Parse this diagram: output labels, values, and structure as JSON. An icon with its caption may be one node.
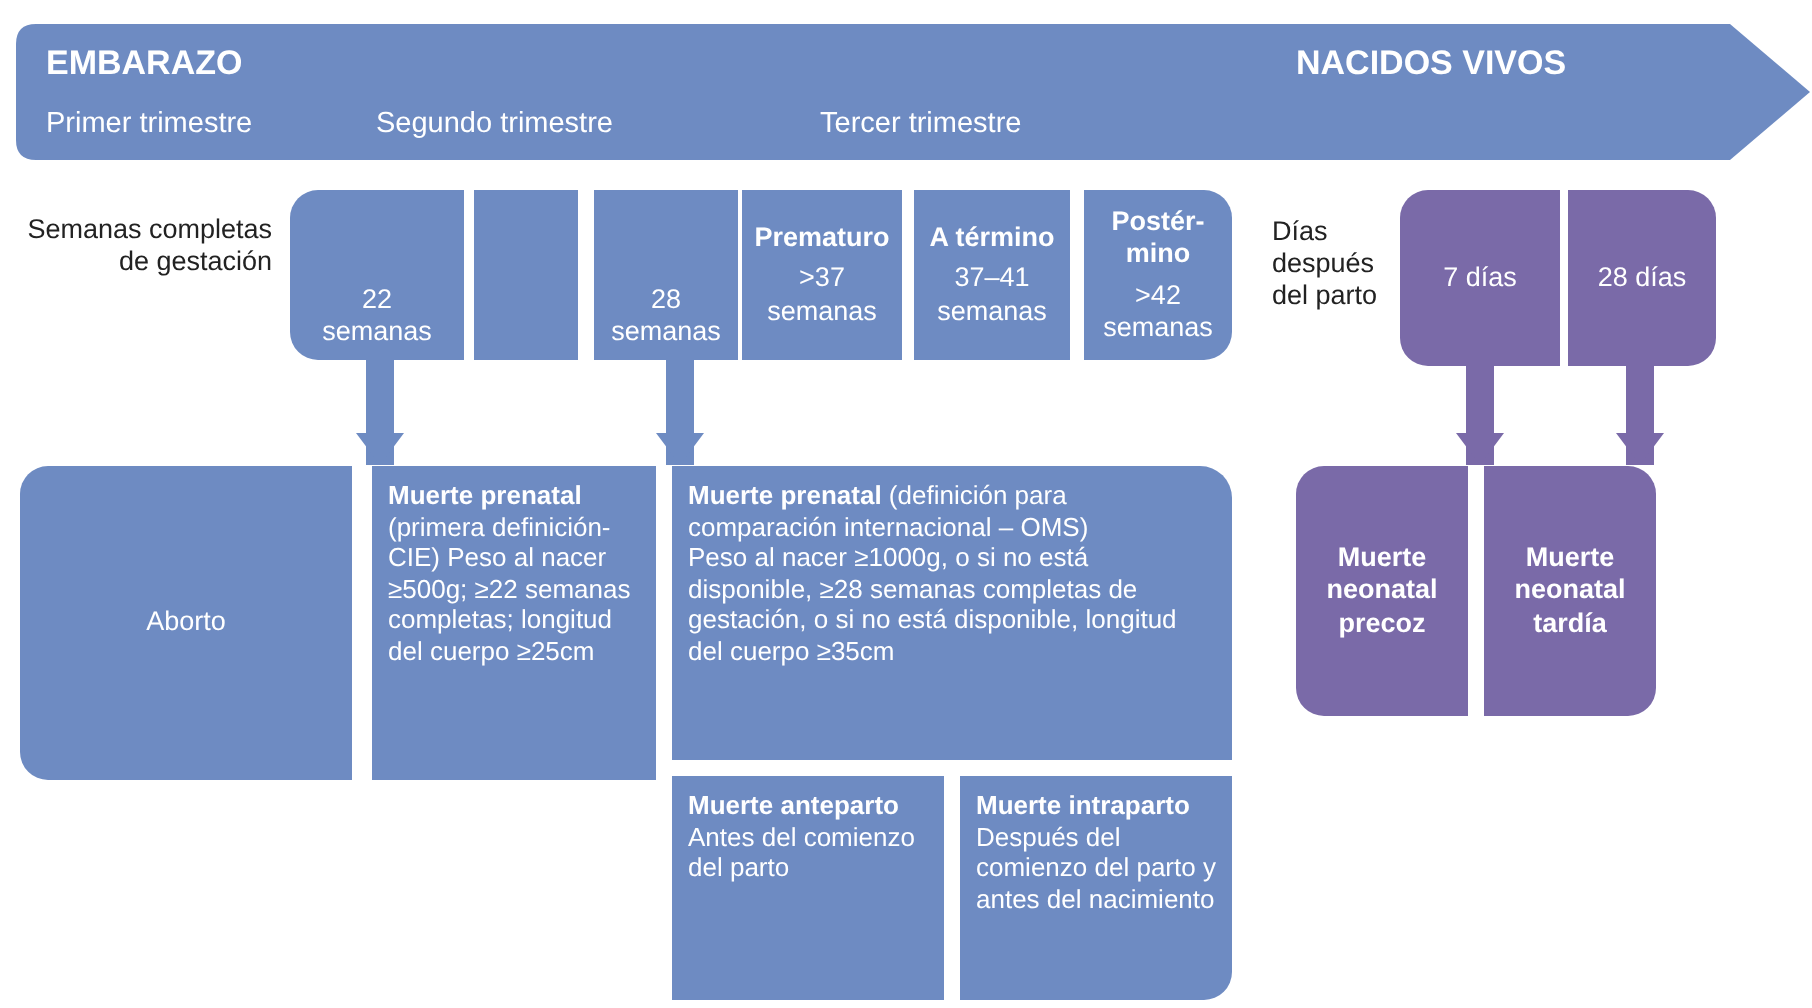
{
  "diagram": {
    "nodes": [
      {
        "text": [
          "EMBARAZO",
          "NACIDOS VIVOS",
          "Primer trimestre",
          "Segundo trimestre",
          "Tercer trimestre"
        ]
      },
      {
        "text": [
          "22 semanas"
        ]
      },
      {
        "text": [],
        "shape": "box"
      },
      {
        "text": [
          "28 semanas"
        ]
      },
      {
        "text": [
          "Prematuro",
          ">37 semanas"
        ]
      },
      {
        "text": [
          "A término",
          "37–41 semanas"
        ]
      },
      {
        "text": [
          "Postér- mino",
          ">42 semanas"
        ]
      },
      {
        "text": [
          "7 días"
        ]
      },
      {
        "text": [
          "28 días"
        ]
      },
      {
        "text": [
          "Aborto"
        ]
      },
      {
        "text": [
          "Muerte prenatal",
          "(primera definición-CIE) Peso al nacer ≥500g; ≥22 semanas completas; longitud del cuerpo ≥25cm"
        ]
      },
      {
        "text": [
          "**Muerte prenatal** (definición para comparación internacional – OMS)",
          "Peso al nacer ≥1000g, o si no está disponible, ≥28 semanas completas de gestación, o si no está disponible, longitud del cuerpo ≥35cm"
        ]
      },
      {
        "text": [
          "Muerte anteparto",
          "Antes del comienzo del parto"
        ]
      },
      {
        "text": [
          "Muerte intraparto",
          "Después del comienzo del parto y antes del nacimiento"
        ]
      },
      {
        "text": [
          "Muerte neonatal precoz"
        ]
      },
      {
        "text": [
          "Muerte neonatal tardía"
        ]
      }
    ],
    "edges": [
      {
        "from": 1,
        "to": 10,
        "arrow": "to"
      },
      {
        "from": 3,
        "to": 11,
        "arrow": "to"
      },
      {
        "from": 7,
        "to": 14,
        "arrow": "to",
        "color": "#7a6aa8"
      },
      {
        "from": 8,
        "to": 15,
        "arrow": "to",
        "color": "#7a6aa8"
      }
    ],
    "labels": [
      "Semanas completas de gestación",
      "Días después del parto"
    ]
  }
}
